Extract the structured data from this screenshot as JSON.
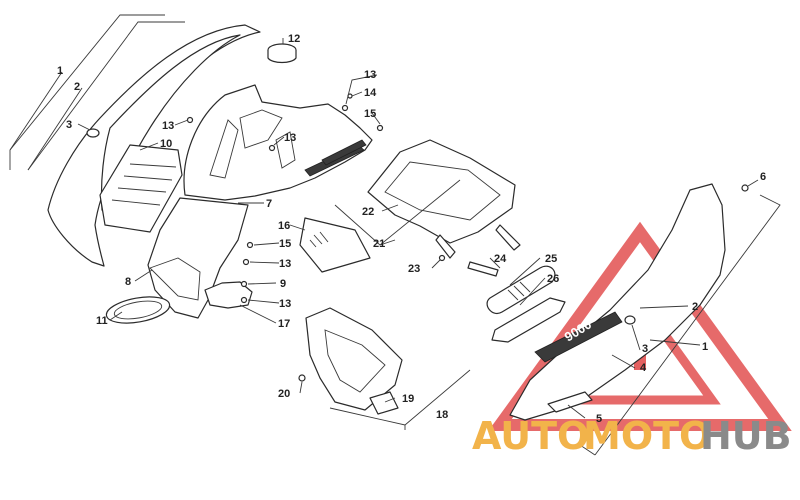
{
  "diagram": {
    "callouts": [
      "1",
      "2",
      "3",
      "4",
      "5",
      "6",
      "7",
      "8",
      "9",
      "10",
      "11",
      "12",
      "13",
      "14",
      "15",
      "16",
      "17",
      "18",
      "19",
      "20",
      "21",
      "22",
      "23",
      "24",
      "25",
      "26"
    ],
    "decal_text": "9000"
  },
  "watermark": {
    "part1": "AUTO",
    "part2": "MOTO",
    "part3": "HUB",
    "accent_color": "#e25050",
    "gold_color": "#f2b34a",
    "grey_color": "#8a8a8a"
  }
}
